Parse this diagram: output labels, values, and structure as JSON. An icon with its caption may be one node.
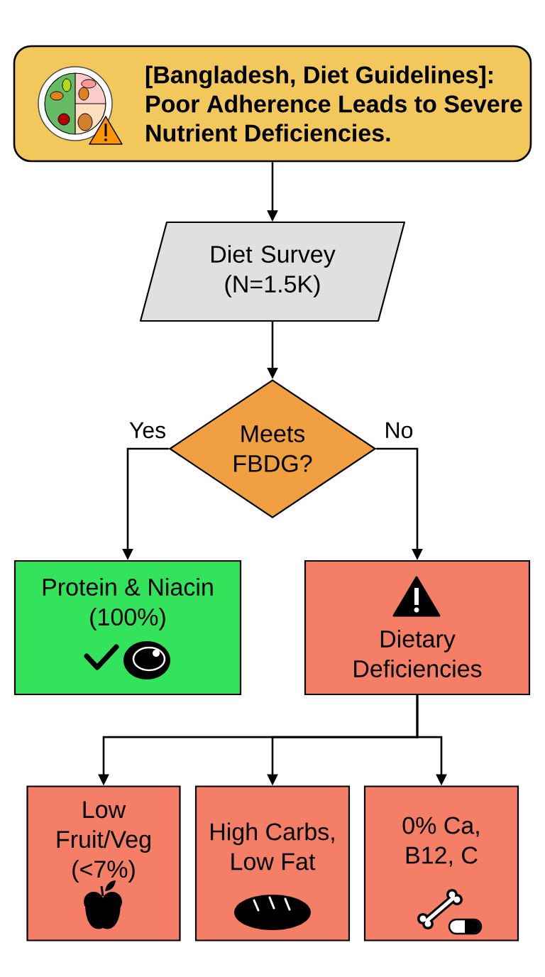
{
  "diagram": {
    "nodes": [
      {
        "text": [
          "[Bangladesh, Diet Guidelines]: Poor Adherence Leads to Severe Nutrient Deficiencies."
        ]
      },
      {
        "text": [
          "Diet Survey (N=1.5K)"
        ]
      },
      {
        "text": [
          "Meets FBDG?"
        ]
      },
      {
        "text": [
          "Protein & Niacin (100%)"
        ]
      },
      {
        "text": [
          "Dietary Deficiencies"
        ]
      },
      {
        "text": [
          "Low Fruit/Veg (<7%)"
        ]
      },
      {
        "text": [
          "High Carbs, Low Fat"
        ]
      },
      {
        "text": [
          "0% Ca, B12, C"
        ]
      }
    ],
    "edges": [
      {
        "from": 0,
        "to": 1,
        "arrow": "to"
      },
      {
        "from": 1,
        "to": 2,
        "arrow": "to"
      },
      {
        "from": 2,
        "to": 3,
        "arrow": "to",
        "label": "Yes"
      },
      {
        "from": 2,
        "to": 4,
        "arrow": "to",
        "label": "No"
      },
      {
        "from": 4,
        "to": 5,
        "arrow": "to"
      },
      {
        "from": 4,
        "to": 6,
        "arrow": "to"
      },
      {
        "from": 4,
        "to": 7,
        "arrow": "to"
      }
    ]
  }
}
